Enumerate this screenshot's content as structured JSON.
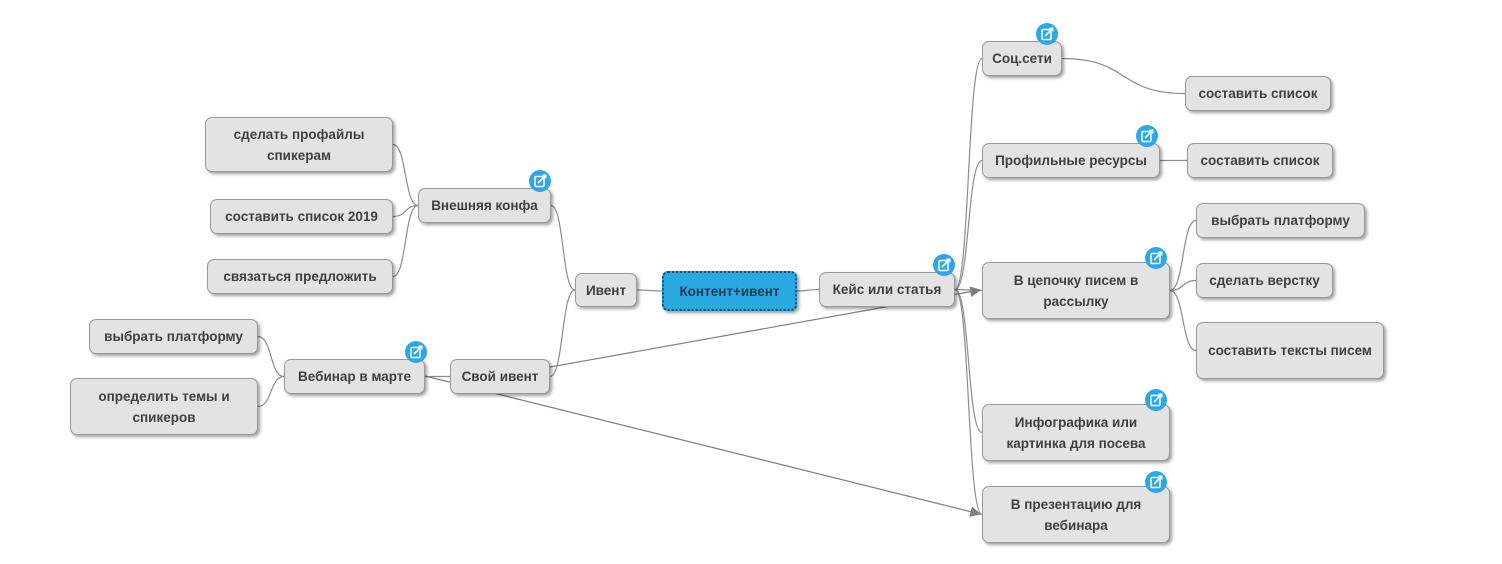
{
  "mindmap": {
    "nodes": [
      {
        "id": "center",
        "label": "Контент+ивент",
        "central": true
      },
      {
        "id": "event",
        "label": "Ивент"
      },
      {
        "id": "ext_conf",
        "label": "Внешняя конфа",
        "note": true
      },
      {
        "id": "profiles",
        "label": "сделать профайлы спикерам"
      },
      {
        "id": "list2019",
        "label": "составить список 2019"
      },
      {
        "id": "contact",
        "label": "связаться предложить"
      },
      {
        "id": "own_event",
        "label": "Свой ивент"
      },
      {
        "id": "webinar",
        "label": "Вебинар в марте",
        "note": true
      },
      {
        "id": "platform1",
        "label": "выбрать платформу"
      },
      {
        "id": "topics",
        "label": "определить темы и спикеров"
      },
      {
        "id": "case",
        "label": "Кейс или статья",
        "note": true
      },
      {
        "id": "social",
        "label": "Соц.сети",
        "note": true
      },
      {
        "id": "social_list",
        "label": "составить список"
      },
      {
        "id": "profres",
        "label": "Профильные ресурсы",
        "note": true
      },
      {
        "id": "profres_list",
        "label": "составить список"
      },
      {
        "id": "mail",
        "label": "В цепочку писем в рассылку",
        "note": true
      },
      {
        "id": "platform2",
        "label": "выбрать платформу"
      },
      {
        "id": "layout",
        "label": "сделать верстку"
      },
      {
        "id": "texts",
        "label": "составить тексты писем"
      },
      {
        "id": "infographic",
        "label": "Инфографика или картинка для посева",
        "note": true
      },
      {
        "id": "presentation",
        "label": "В презентацию для вебинара",
        "note": true
      }
    ],
    "edges": [
      {
        "from": "center",
        "to": "event"
      },
      {
        "from": "event",
        "to": "ext_conf"
      },
      {
        "from": "event",
        "to": "own_event"
      },
      {
        "from": "ext_conf",
        "to": "profiles"
      },
      {
        "from": "ext_conf",
        "to": "list2019"
      },
      {
        "from": "ext_conf",
        "to": "contact"
      },
      {
        "from": "own_event",
        "to": "webinar"
      },
      {
        "from": "webinar",
        "to": "platform1"
      },
      {
        "from": "webinar",
        "to": "topics"
      },
      {
        "from": "center",
        "to": "case"
      },
      {
        "from": "case",
        "to": "social"
      },
      {
        "from": "case",
        "to": "profres"
      },
      {
        "from": "case",
        "to": "mail"
      },
      {
        "from": "case",
        "to": "infographic"
      },
      {
        "from": "case",
        "to": "presentation"
      },
      {
        "from": "social",
        "to": "social_list"
      },
      {
        "from": "profres",
        "to": "profres_list"
      },
      {
        "from": "mail",
        "to": "platform2"
      },
      {
        "from": "mail",
        "to": "layout"
      },
      {
        "from": "mail",
        "to": "texts"
      }
    ],
    "relations": [
      {
        "from": "own_event",
        "to": "mail"
      },
      {
        "from": "webinar",
        "to": "presentation"
      }
    ],
    "colors": {
      "node_fill": "#e3e3e3",
      "central_fill": "#29a9e0",
      "note_icon": "#2fa6e6",
      "line": "#8c8c8c"
    }
  }
}
